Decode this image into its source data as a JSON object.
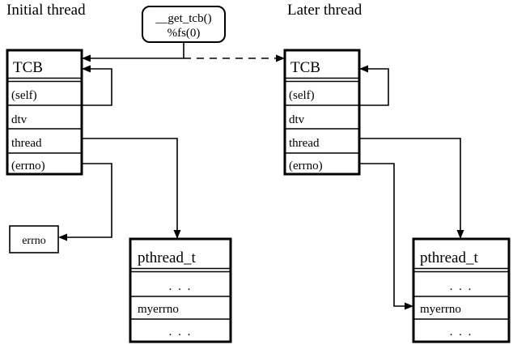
{
  "diagram": {
    "title_left": "Initial thread",
    "title_right": "Later thread",
    "callout": {
      "line1": "__get_tcb()",
      "line2": "%fs(0)"
    },
    "tcb_left": {
      "title": "TCB",
      "fields": [
        "(self)",
        "dtv",
        "thread",
        "(errno)"
      ]
    },
    "tcb_right": {
      "title": "TCB",
      "fields": [
        "(self)",
        "dtv",
        "thread",
        "(errno)"
      ]
    },
    "errno_box": {
      "label": "errno"
    },
    "pthread_left": {
      "title": "pthread_t",
      "fields": [
        ". . .",
        "myerrno",
        ". . ."
      ]
    },
    "pthread_right": {
      "title": "pthread_t",
      "fields": [
        ". . .",
        "myerrno",
        ". . ."
      ]
    },
    "colors": {
      "background": "#ffffff",
      "stroke": "#000000",
      "text": "#000000"
    }
  }
}
